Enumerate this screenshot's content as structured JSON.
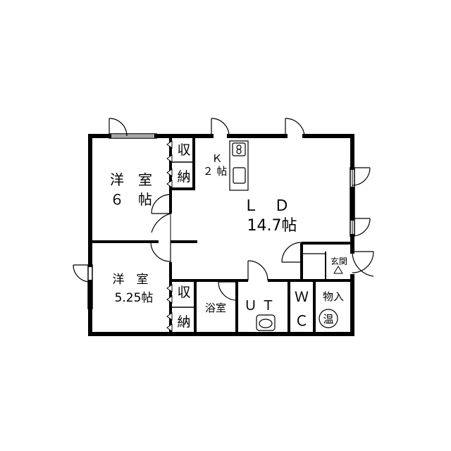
{
  "rooms": {
    "western_a": {
      "name": "洋　室",
      "size": "６　帖"
    },
    "western_b": {
      "name": "洋　室",
      "size": "5.25帖"
    },
    "kitchen": {
      "name": "Ｋ",
      "size": "２ 帖"
    },
    "ld": {
      "name": "Ｌ　Ｄ",
      "size": "14.7帖"
    },
    "closet_top": {
      "c1": "収",
      "c2": "納"
    },
    "closet_bottom": {
      "c1": "収",
      "c2": "納"
    },
    "bath": {
      "name": "浴室"
    },
    "utility": {
      "name": "ＵＴ"
    },
    "wc": {
      "c1": "Ｗ",
      "c2": "Ｃ"
    },
    "storage": {
      "name": "物入"
    },
    "water_heater": {
      "name": "温"
    },
    "entrance": {
      "name": "玄関"
    }
  },
  "colors": {
    "wall": "#000000",
    "background": "#ffffff"
  }
}
